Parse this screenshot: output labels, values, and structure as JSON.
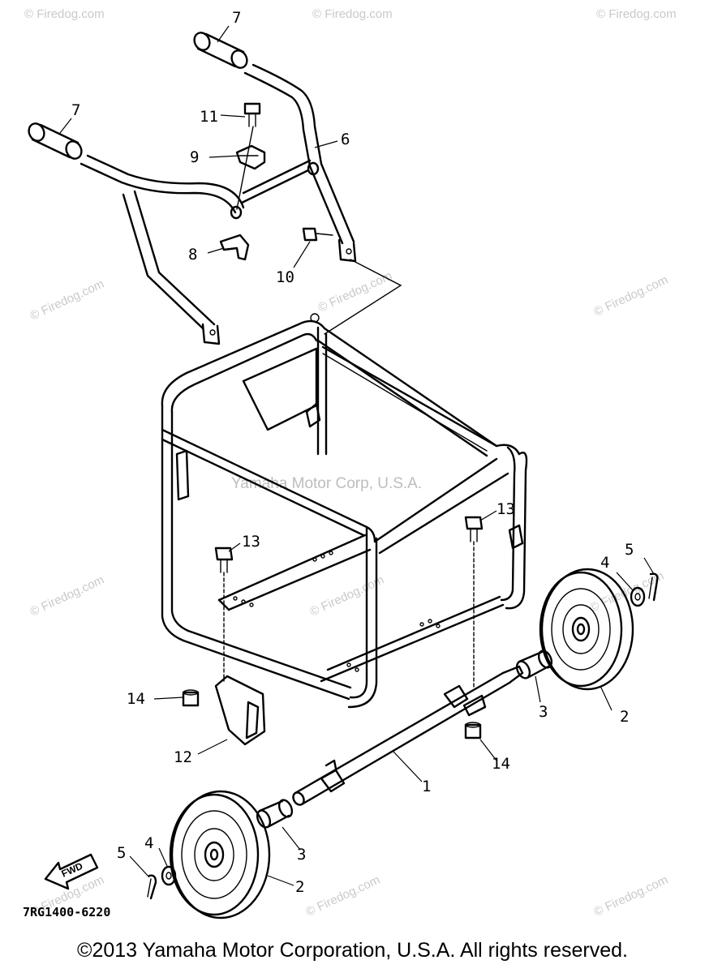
{
  "callouts": [
    {
      "id": "c7a",
      "label": "7"
    },
    {
      "id": "c7b",
      "label": "7"
    },
    {
      "id": "c11",
      "label": "11"
    },
    {
      "id": "c6",
      "label": "6"
    },
    {
      "id": "c9",
      "label": "9"
    },
    {
      "id": "c8",
      "label": "8"
    },
    {
      "id": "c10",
      "label": "10"
    },
    {
      "id": "c13a",
      "label": "13"
    },
    {
      "id": "c13b",
      "label": "13"
    },
    {
      "id": "c5a",
      "label": "5"
    },
    {
      "id": "c4a",
      "label": "4"
    },
    {
      "id": "c2a",
      "label": "2"
    },
    {
      "id": "c3a",
      "label": "3"
    },
    {
      "id": "c14a",
      "label": "14"
    },
    {
      "id": "c12",
      "label": "12"
    },
    {
      "id": "c14b",
      "label": "14"
    },
    {
      "id": "c1",
      "label": "1"
    },
    {
      "id": "c5b",
      "label": "5"
    },
    {
      "id": "c4b",
      "label": "4"
    },
    {
      "id": "c3b",
      "label": "3"
    },
    {
      "id": "c2b",
      "label": "2"
    }
  ],
  "fwd_label": "FWD",
  "part_number": "7RG1400-6220",
  "watermark_text": "© Firedog.com",
  "watermark_center": "Yamaha Motor Corp, U.S.A.",
  "copyright": "©2013 Yamaha Motor Corporation, U.S.A. All rights reserved."
}
